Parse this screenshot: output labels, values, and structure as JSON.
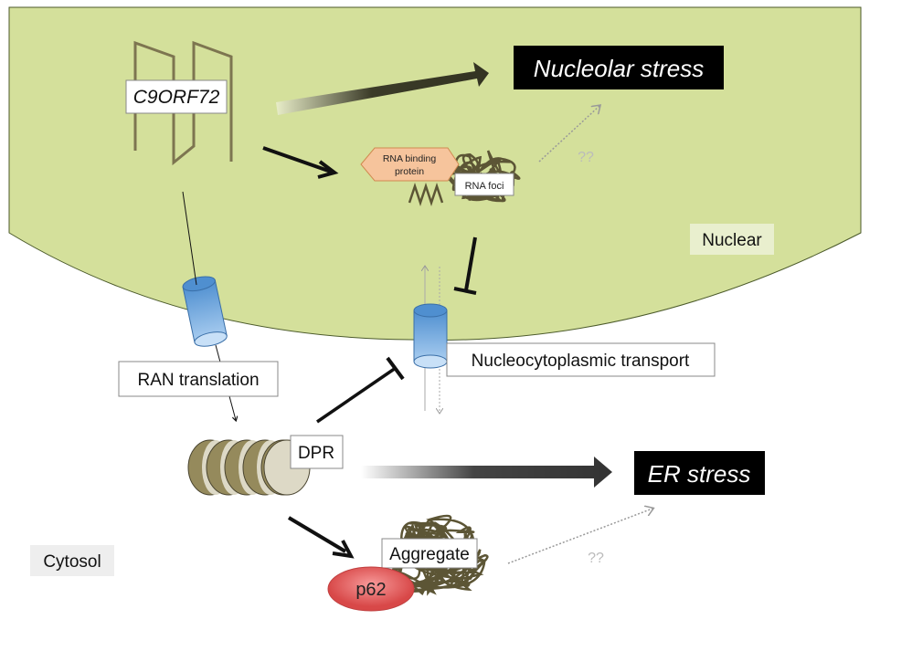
{
  "compartments": {
    "nuclear": "Nuclear",
    "cytosol": "Cytosol"
  },
  "gene": "C9ORF72",
  "outcomes": {
    "nucleolar_stress": "Nucleolar stress",
    "er_stress": "ER stress"
  },
  "nodes": {
    "rna_binding_protein_line1": "RNA binding",
    "rna_binding_protein_line2": "protein",
    "rna_foci": "RNA foci",
    "ran_translation": "RAN translation",
    "nucleocytoplasmic_transport": "Nucleocytoplasmic transport",
    "dpr": "DPR",
    "aggregate": "Aggregate",
    "p62": "p62"
  },
  "unknown_links": {
    "nucleolar": "??",
    "er": "??"
  },
  "colors": {
    "nucleus": "#d4e09b",
    "pore": "#5b9bd5",
    "scribble": "#5c5535",
    "rbp": "#f6c49c",
    "p62": "#e86060",
    "dpr_dark": "#958a5c",
    "dpr_light": "#ddd9c6"
  }
}
